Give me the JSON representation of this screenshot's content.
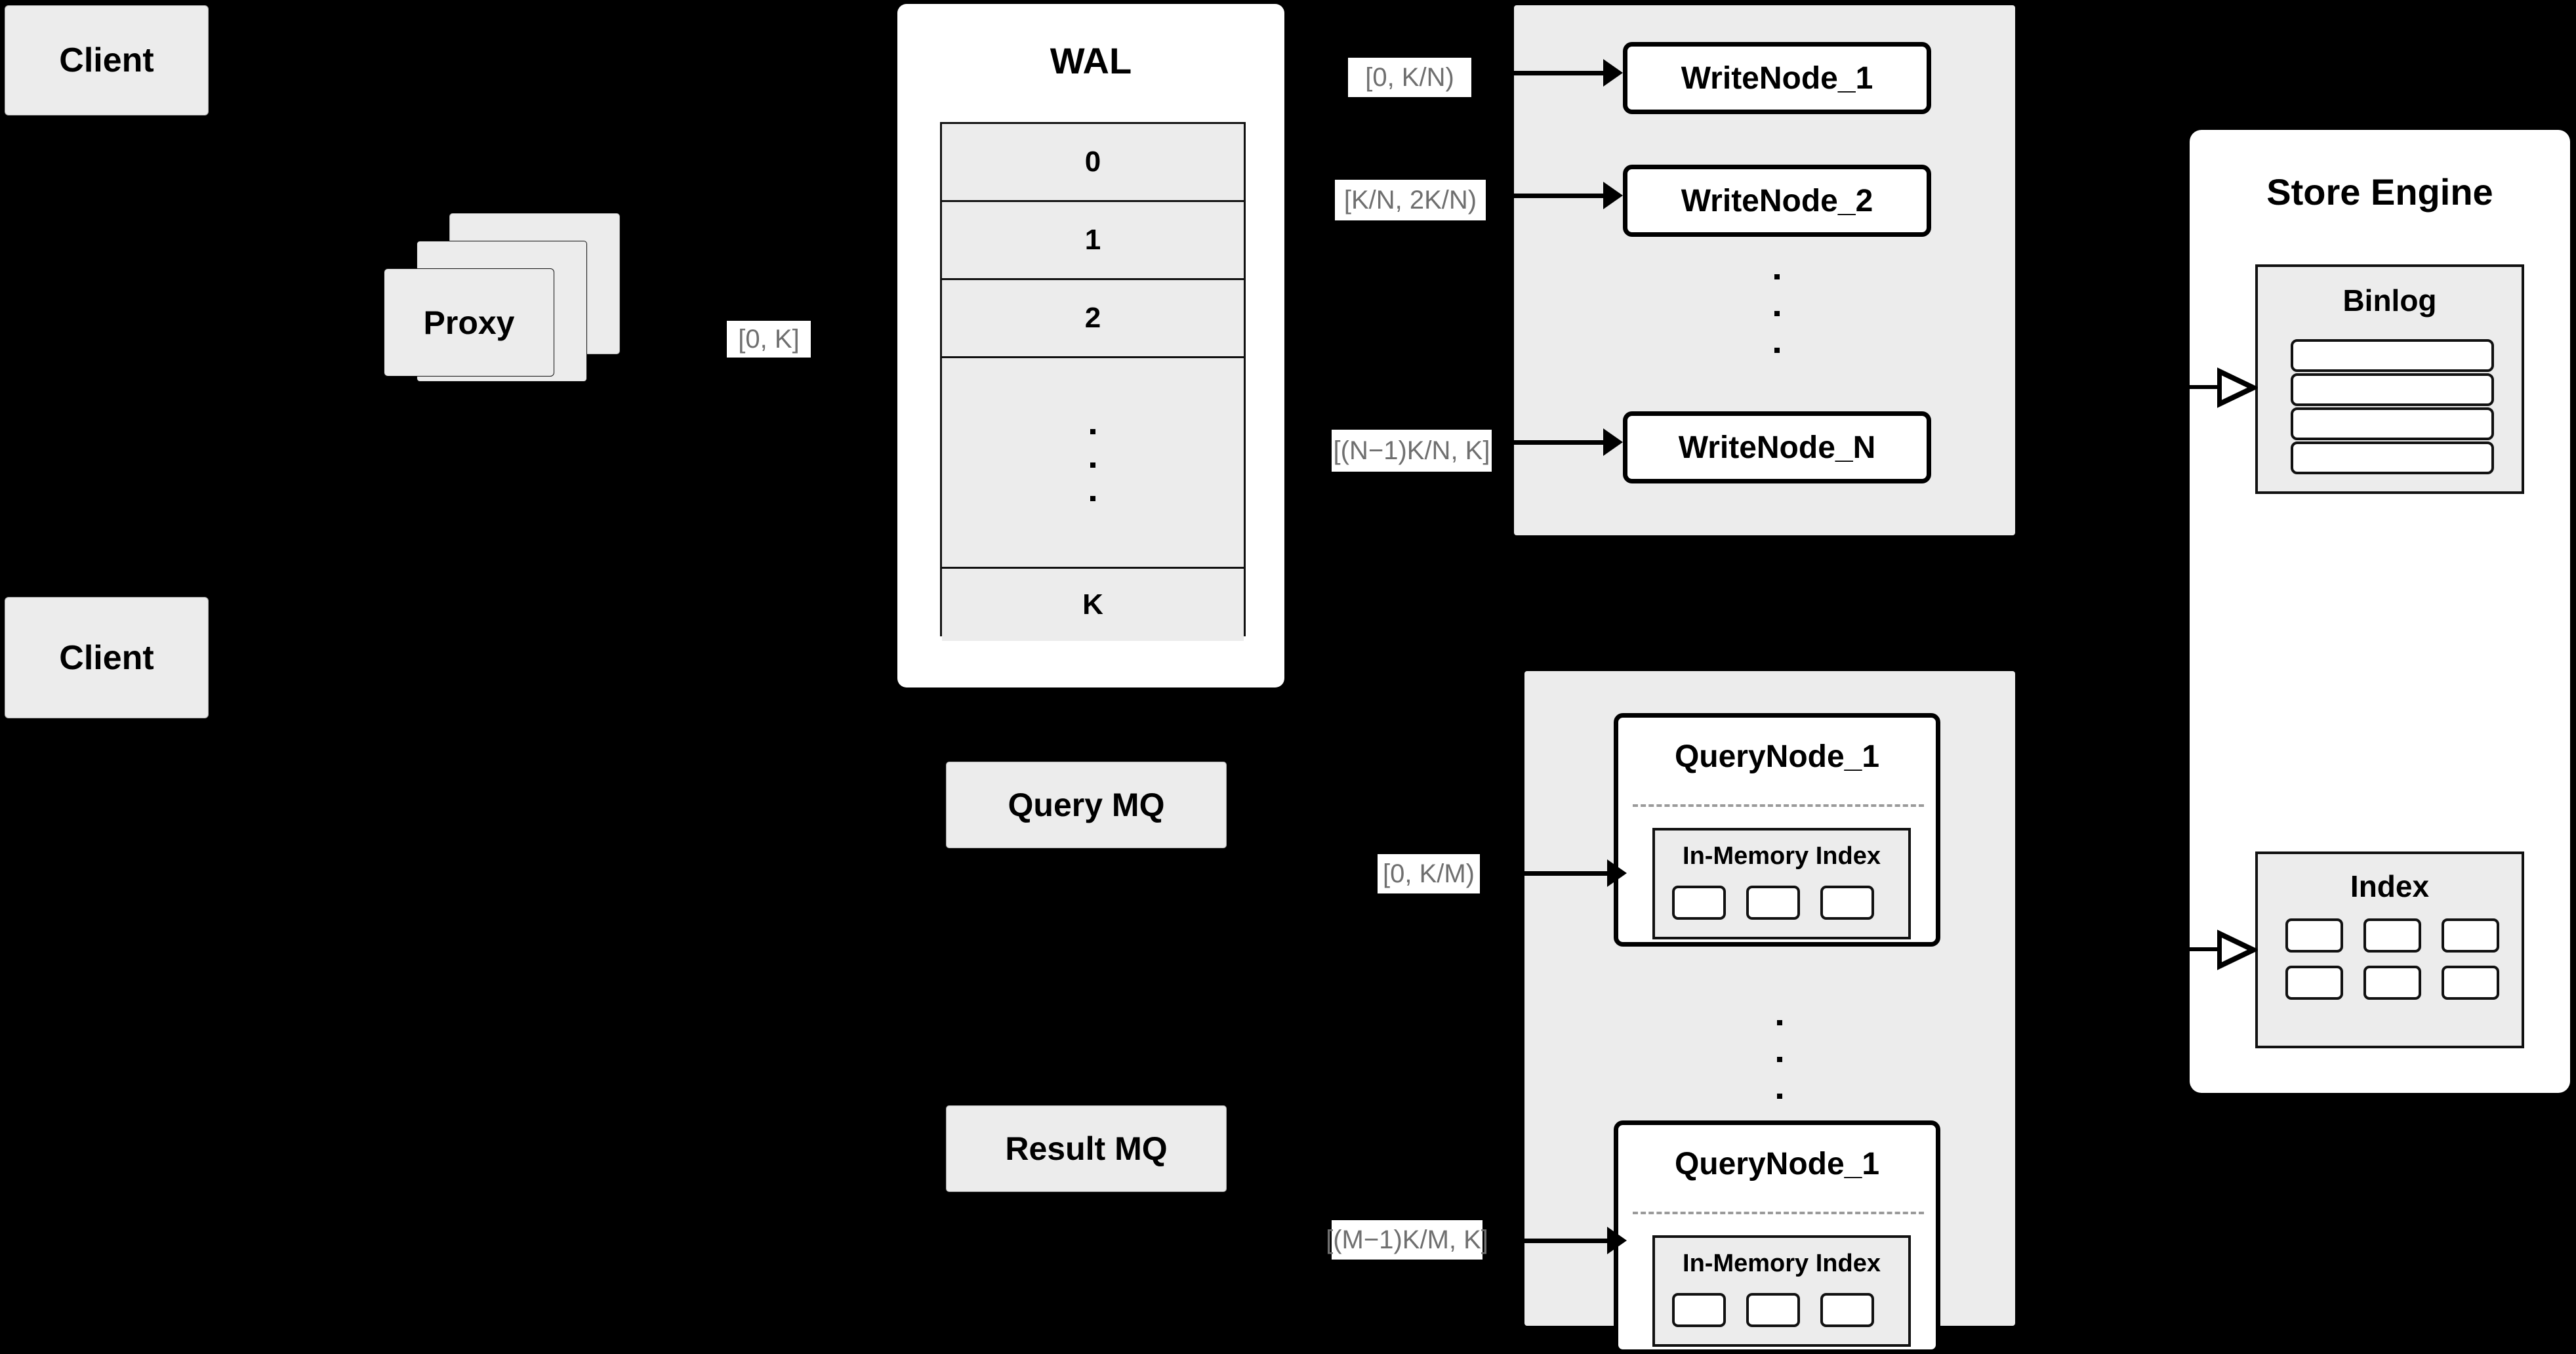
{
  "diagram": {
    "title": "Distributed Write/Query Architecture",
    "background_color": "#000000",
    "node_fill": "#ececec",
    "panel_fill": "#ffffff",
    "label_text_color": "#6f6f6f",
    "stroke_color": "#111111"
  },
  "clients": [
    {
      "label": "Client"
    },
    {
      "label": "Client"
    }
  ],
  "proxy": {
    "label": "Proxy",
    "stack_count": 3
  },
  "wal": {
    "title": "WAL",
    "rows": [
      "0",
      "1",
      "2",
      "",
      "K"
    ],
    "ellipsis_row_index": 3,
    "ellipsis_dots": 3
  },
  "edge_labels": {
    "proxy_to_wal": "[0, K]",
    "wal_to_writenode_1": "[0,  K/N)",
    "wal_to_writenode_2": "[K/N, 2K/N)",
    "wal_to_writenode_n": "[(N−1)K/N,  K]",
    "mq_to_querynode_1": "[0, K/M)",
    "mq_to_querynode_m": "[(M−1)K/M, K]"
  },
  "write_cluster": {
    "nodes": [
      {
        "label": "WriteNode_1"
      },
      {
        "label": "WriteNode_2"
      },
      {
        "label": "WriteNode_N"
      }
    ],
    "ellipsis_dots": 3
  },
  "message_queues": [
    {
      "label": "Query MQ"
    },
    {
      "label": "Result MQ"
    }
  ],
  "query_cluster": {
    "nodes": [
      {
        "label": "QueryNode_1",
        "index_label": "In-Memory Index",
        "index_slots": 3
      },
      {
        "label": "QueryNode_1",
        "index_label": "In-Memory Index",
        "index_slots": 3
      }
    ],
    "ellipsis_dots": 3
  },
  "store_engine": {
    "title": "Store Engine",
    "binlog": {
      "title": "Binlog",
      "rows": 4
    },
    "index": {
      "title": "Index",
      "slots": 6,
      "columns": 3,
      "rows": 2
    }
  }
}
